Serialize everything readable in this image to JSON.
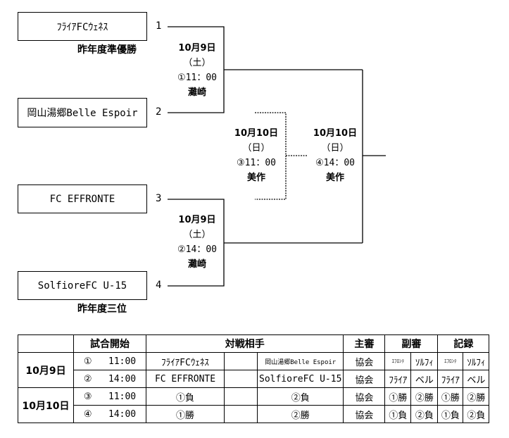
{
  "bracket": {
    "teams": [
      {
        "name": "ﾌﾗｲｱFCｳｪﾈｽ",
        "seed": "1",
        "note": "昨年度準優勝"
      },
      {
        "name": "岡山湯郷Belle  Espoir",
        "seed": "2",
        "note": ""
      },
      {
        "name": "FC EFFRONTE",
        "seed": "3",
        "note": ""
      },
      {
        "name": "SolfioreFC U-15",
        "seed": "4",
        "note": "昨年度三位"
      }
    ],
    "matches": [
      {
        "date": "10月9日",
        "weekday": "（土）",
        "time": "①11：00",
        "venue": "灘崎"
      },
      {
        "date": "10月9日",
        "weekday": "（土）",
        "time": "②14：00",
        "venue": "灘崎"
      },
      {
        "date": "10月10日",
        "weekday": "（日）",
        "time": "③11：00",
        "venue": "美作"
      },
      {
        "date": "10月10日",
        "weekday": "（日）",
        "time": "④14：00",
        "venue": "美作"
      }
    ]
  },
  "schedule": {
    "headers": {
      "kickoff": "試合開始",
      "opponents": "対戦相手",
      "referee": "主審",
      "assistant": "副審",
      "record": "記録"
    },
    "days": [
      "10月9日",
      "10月10日"
    ],
    "rows": [
      {
        "num": "①",
        "time": "11:00",
        "home": "ﾌﾗｲｱFCｳｪﾈｽ",
        "away": "岡山湯郷Belle  Espoir",
        "referee": "協会",
        "asst1": "ｴﾌﾛﾝﾃ",
        "asst2": "ｿﾙﾌｨ",
        "rec1": "ｴﾌﾛﾝﾃ",
        "rec2": "ｿﾙﾌｨ"
      },
      {
        "num": "②",
        "time": "14:00",
        "home": "FC EFFRONTE",
        "away": "SolfioreFC U-15",
        "referee": "協会",
        "asst1": "ﾌﾗｲｱ",
        "asst2": "ベル",
        "rec1": "ﾌﾗｲｱ",
        "rec2": "ベル"
      },
      {
        "num": "③",
        "time": "11:00",
        "home": "①負",
        "away": "②負",
        "referee": "協会",
        "asst1": "①勝",
        "asst2": "②勝",
        "rec1": "①勝",
        "rec2": "②勝"
      },
      {
        "num": "④",
        "time": "14:00",
        "home": "①勝",
        "away": "②勝",
        "referee": "協会",
        "asst1": "①負",
        "asst2": "②負",
        "rec1": "①負",
        "rec2": "②負"
      }
    ]
  }
}
